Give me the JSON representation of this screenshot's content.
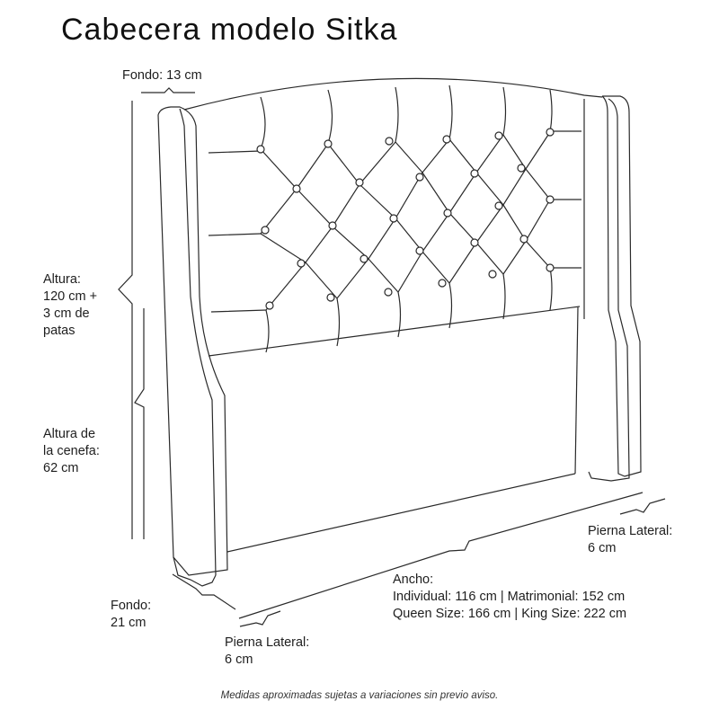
{
  "title": "Cabecera modelo Sitka",
  "labels": {
    "fondo_top": "Fondo: 13 cm",
    "altura": [
      "Altura:",
      "120 cm +",
      "3 cm de",
      "patas"
    ],
    "altura_cenefa": [
      "Altura de",
      "la cenefa:",
      "62 cm"
    ],
    "fondo_bottom": [
      "Fondo:",
      "21 cm"
    ],
    "pierna_lateral_left": [
      "Pierna Lateral:",
      "6 cm"
    ],
    "pierna_lateral_right": [
      "Pierna Lateral:",
      "6 cm"
    ],
    "ancho": {
      "heading": "Ancho:",
      "line1": "Individual: 116 cm | Matrimonial: 152 cm",
      "line2": "Queen Size: 166 cm | King Size: 222 cm"
    }
  },
  "footnote": "Medidas aproximadas sujetas a variaciones sin previo aviso.",
  "colors": {
    "line": "#2a2a2a",
    "text": "#1e1e1e",
    "background": "#ffffff"
  }
}
